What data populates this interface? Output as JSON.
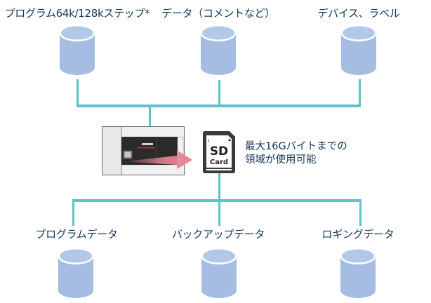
{
  "top_storage": [
    {
      "label": "プログラム64k/128kステップ*",
      "icon": "database-cylinder-icon"
    },
    {
      "label": "データ（コメントなど）",
      "icon": "database-cylinder-icon"
    },
    {
      "label": "デバイス、ラベル",
      "icon": "database-cylinder-icon"
    }
  ],
  "controller": {
    "icon": "plc-unit-icon",
    "arrow": "transfer-arrow-icon"
  },
  "sd_card": {
    "icon": "sd-card-icon",
    "card_text_line1": "SD",
    "card_text_line2": "Card",
    "note_line1": "最大16Gバイトまでの",
    "note_line2": "領域が使用可能"
  },
  "bottom_storage": [
    {
      "label": "プログラムデータ",
      "icon": "database-cylinder-icon"
    },
    {
      "label": "バックアップデータ",
      "icon": "database-cylinder-icon"
    },
    {
      "label": "ロギングデータ",
      "icon": "database-cylinder-icon"
    }
  ],
  "colors": {
    "connector": "#5cc3c8",
    "cylinder": "#a7bfe3",
    "text": "#14375a",
    "arrow": "#e8889a"
  }
}
